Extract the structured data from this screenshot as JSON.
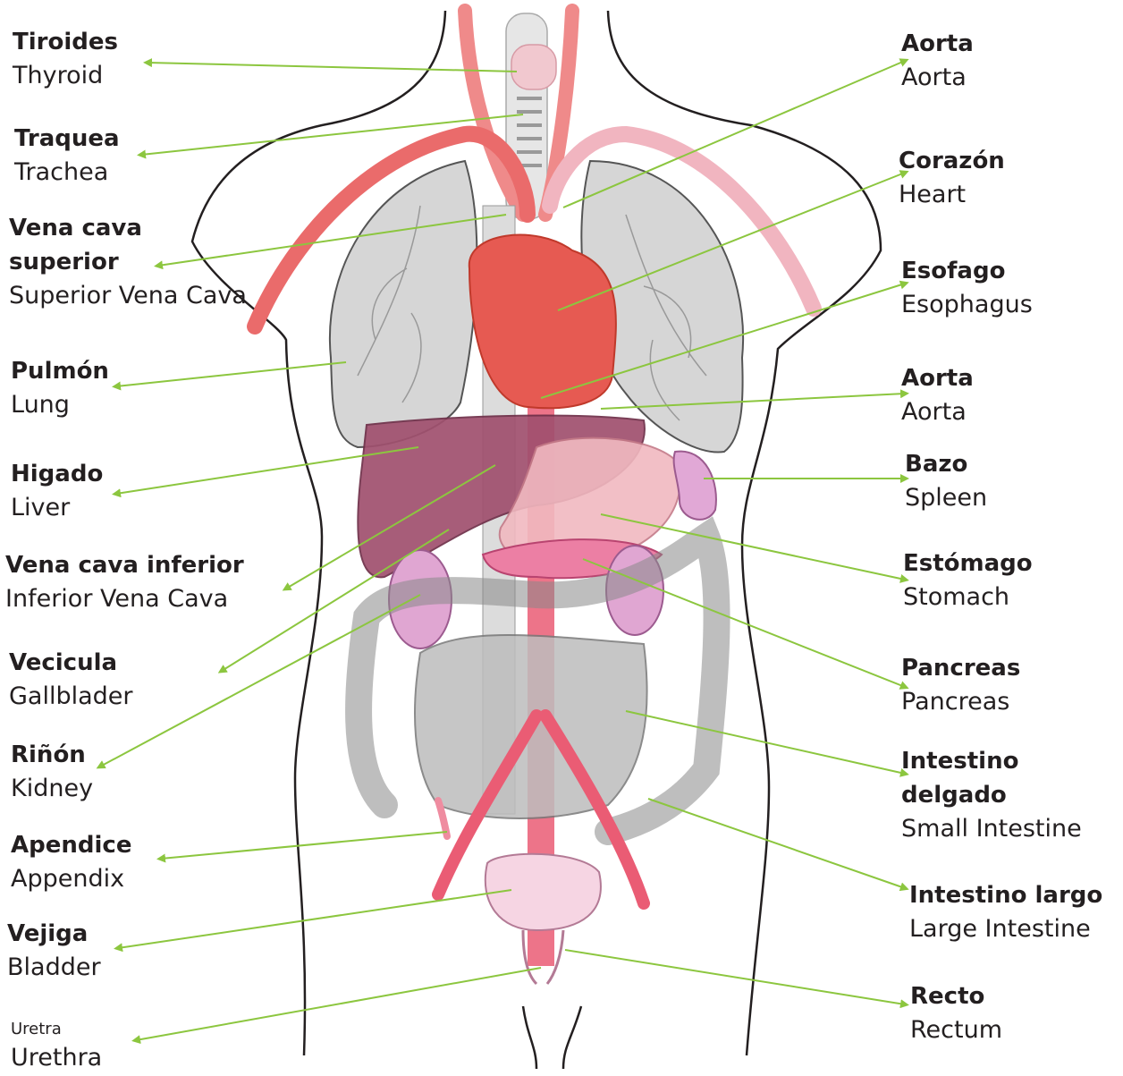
{
  "diagram": {
    "line_color": "#8cc63f",
    "labels": [
      {
        "id": "thyroid",
        "es": "Tiroides",
        "en": "Thyroid"
      },
      {
        "id": "trachea",
        "es": "Traquea",
        "en": "Trachea"
      },
      {
        "id": "svc",
        "es": "Vena cava superior",
        "en": "Superior Vena Cava"
      },
      {
        "id": "lung",
        "es": "Pulmón",
        "en": "Lung"
      },
      {
        "id": "liver",
        "es": "Higado",
        "en": "Liver"
      },
      {
        "id": "ivc",
        "es": "Vena cava inferior",
        "en": "Inferior Vena Cava"
      },
      {
        "id": "gallbladder",
        "es": "Vecicula",
        "en": "Gallblader"
      },
      {
        "id": "kidney",
        "es": "Riñón",
        "en": "Kidney"
      },
      {
        "id": "appendix",
        "es": "Apendice",
        "en": "Appendix"
      },
      {
        "id": "bladder",
        "es": "Vejiga",
        "en": "Bladder"
      },
      {
        "id": "urethra",
        "es": "Uretra",
        "en": "Urethra"
      },
      {
        "id": "aorta-top",
        "es": "Aorta",
        "en": "Aorta"
      },
      {
        "id": "heart",
        "es": "Corazón",
        "en": "Heart"
      },
      {
        "id": "esophagus",
        "es": "Esofago",
        "en": "Esophagus"
      },
      {
        "id": "aorta-mid",
        "es": "Aorta",
        "en": "Aorta"
      },
      {
        "id": "spleen",
        "es": "Bazo",
        "en": "Spleen"
      },
      {
        "id": "stomach",
        "es": "Estómago",
        "en": "Stomach"
      },
      {
        "id": "pancreas",
        "es": "Pancreas",
        "en": "Pancreas"
      },
      {
        "id": "small-intestine",
        "es": "Intestino delgado",
        "en": "Small Intestine"
      },
      {
        "id": "large-intestine",
        "es": "Intestino largo",
        "en": "Large Intestine"
      },
      {
        "id": "rectum",
        "es": "Recto",
        "en": "Rectum"
      }
    ]
  }
}
